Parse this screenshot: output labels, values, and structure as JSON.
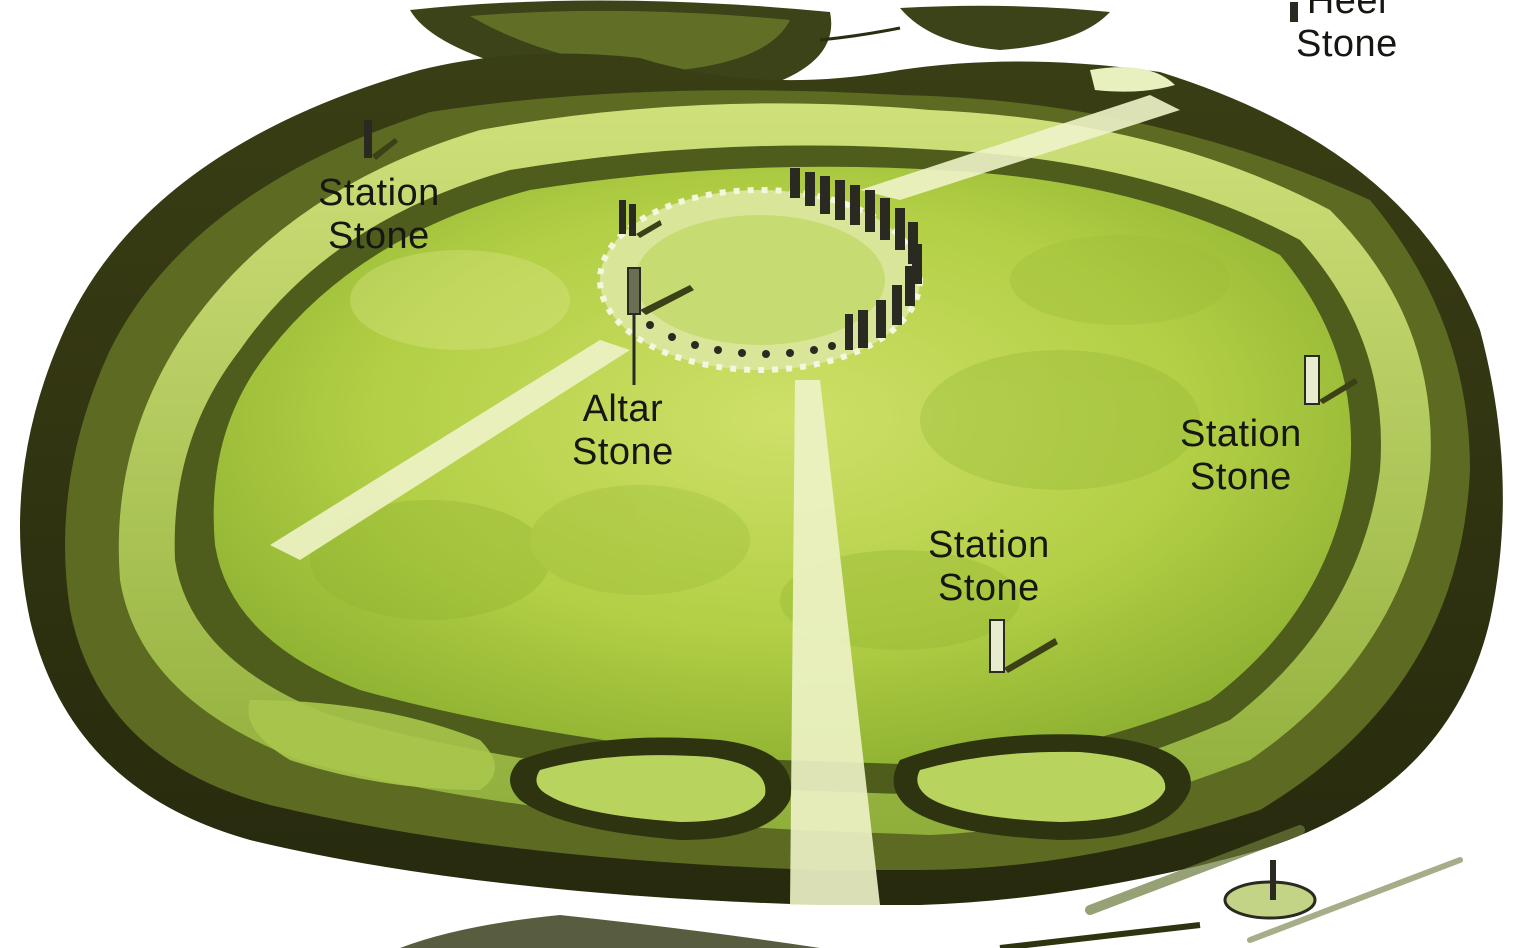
{
  "labels": {
    "heel_stone": {
      "line1": "Heel",
      "line2": "Stone"
    },
    "station_stone_nw": {
      "line1": "Station",
      "line2": "Stone"
    },
    "altar_stone": {
      "line1": "Altar",
      "line2": "Stone"
    },
    "station_stone_e": {
      "line1": "Station",
      "line2": "Stone"
    },
    "station_stone_s": {
      "line1": "Station",
      "line2": "Stone"
    }
  },
  "colors": {
    "grass_light": "#d3e36a",
    "grass": "#a9c93c",
    "grass_dark": "#6f9225",
    "bank_dark": "#2c3010",
    "bank_mid": "#5c6422",
    "bank_light": "#c2d870",
    "path": "#eef3c8",
    "stone": "#2a2a22",
    "text": "#161612"
  },
  "icons": {
    "stone_circle": "sarsen-circle-icon",
    "standing_stone": "standing-stone-icon"
  }
}
